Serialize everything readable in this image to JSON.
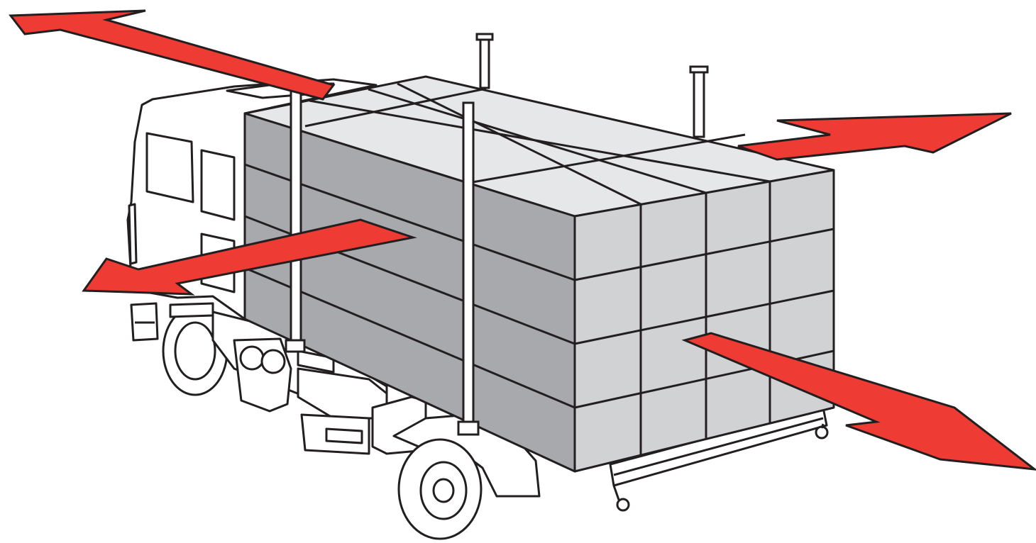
{
  "diagram": {
    "subject": "truck-with-stacked-cargo",
    "arrow_color": "#EE3B33",
    "cargo_top_color": "#E6E7E8",
    "cargo_front_color": "#D1D2D3",
    "cargo_side_color": "#A7A9AC",
    "outline_color": "#231F20",
    "arrows": [
      {
        "name": "force-arrow-back-left",
        "direction": "backward"
      },
      {
        "name": "force-arrow-right-side",
        "direction": "right"
      },
      {
        "name": "force-arrow-left-side",
        "direction": "left"
      },
      {
        "name": "force-arrow-front-right",
        "direction": "forward"
      }
    ]
  }
}
